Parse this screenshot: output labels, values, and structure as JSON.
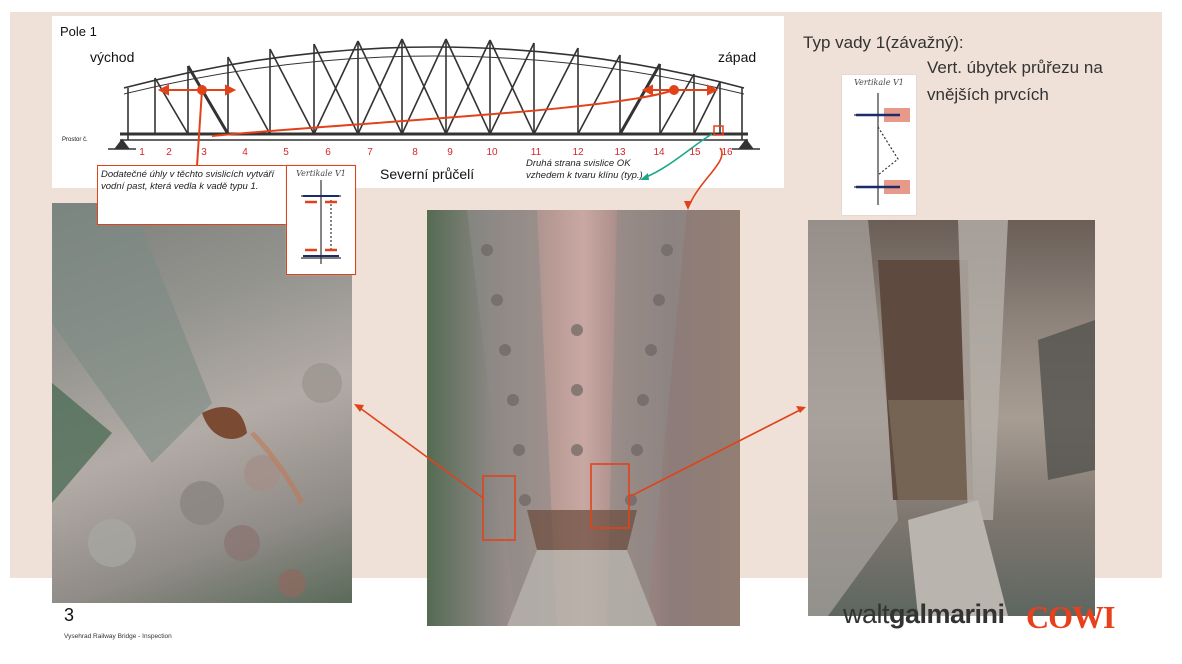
{
  "diagram": {
    "pole_label": "Pole 1",
    "east_label": "východ",
    "west_label": "západ",
    "prostor_label": "Prostor č.",
    "span_numbers": [
      "1",
      "2",
      "3",
      "4",
      "5",
      "6",
      "7",
      "8",
      "9",
      "10",
      "11",
      "12",
      "13",
      "14",
      "15",
      "16"
    ],
    "bottom_label": "Severní průčelí",
    "other_side_note": "Druhá strana svislice OK vzhedem k tvaru klínu (typ.)"
  },
  "callout": {
    "text": "Dodatečné úhly v těchto svislicích vytváří vodní past, která vedla k vadě typu 1."
  },
  "thumb_label": "Vertikale V1",
  "defect": {
    "title": "Typ vady 1(závažný):",
    "subtitle": "Vert. úbytek průřezu na vnějších prvcích"
  },
  "footer": {
    "page_number": "3",
    "caption": "Vysehrad Railway Bridge - Inspection"
  },
  "logos": {
    "walt": "walt",
    "galmarini": "galmarini",
    "cowi": "COWI"
  },
  "colors": {
    "accent": "#e0431a",
    "teal": "#1aa88a",
    "band": "#efe1d7"
  }
}
